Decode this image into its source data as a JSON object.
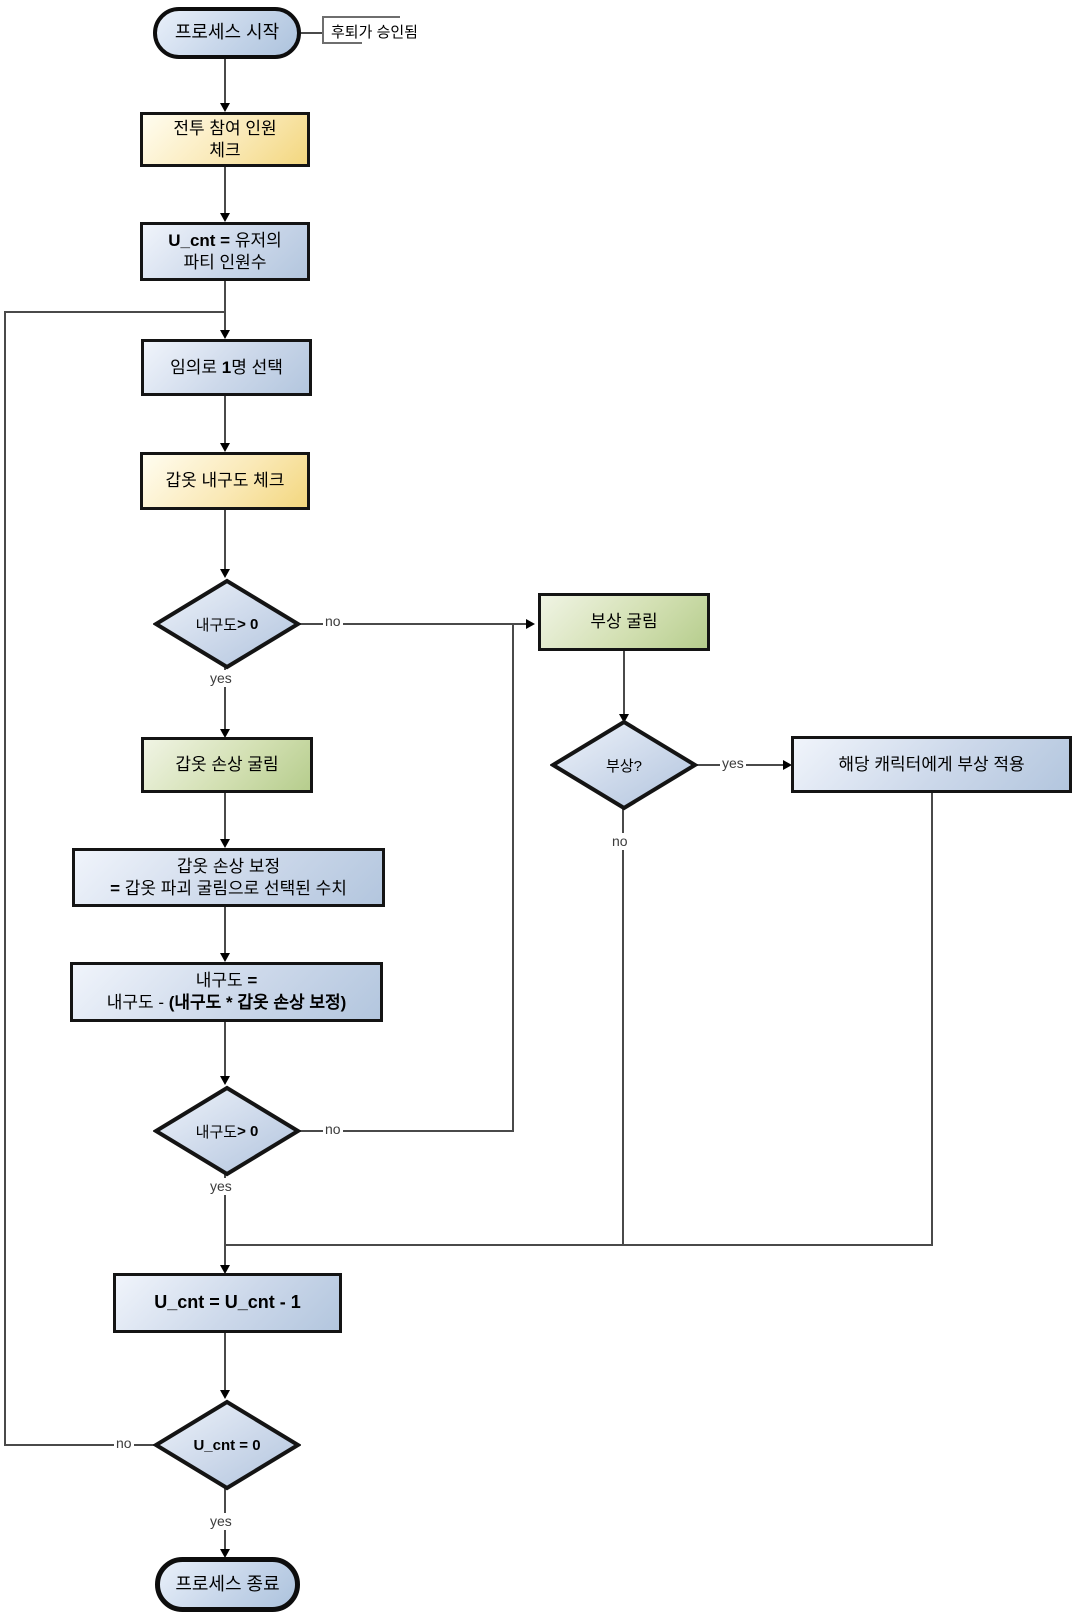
{
  "nodes": {
    "start": {
      "label": "프로세스 시작"
    },
    "start_note": {
      "label": "후퇴가 승인됨"
    },
    "check_participants": {
      "line1": "전투 참여 인원",
      "line2": "체크"
    },
    "init_ucnt": {
      "line1_bold": "U_cnt =",
      "line1_rest": " 유저의",
      "line2": "파티 인원수"
    },
    "select_one": {
      "pre": "임의로 ",
      "bold": "1",
      "post": "명 선택"
    },
    "check_durability": {
      "label": "갑옷 내구도 체크"
    },
    "durability_check1": {
      "pre": "내구도",
      "bold": " > 0"
    },
    "injury_roll": {
      "label": "부상 굴림"
    },
    "injury_check": {
      "label": "부상?"
    },
    "apply_injury": {
      "label": "해당 캐릭터에게 부상 적용"
    },
    "armor_damage_roll": {
      "label": "갑옷 손상 굴림"
    },
    "damage_correction": {
      "line1": "갑옷 손상 보정",
      "line2_bold": "=",
      "line2_rest": " 갑옷 파괴 굴림으로 선택된 수치"
    },
    "durability_update": {
      "line1_pre": "내구도 ",
      "line1_bold": "=",
      "line2_pre": "내구도 - ",
      "line2_bold": "(내구도 * 갑옷 손상 보정)"
    },
    "durability_check2": {
      "pre": "내구도",
      "bold": " > 0"
    },
    "decrement_ucnt": {
      "label": "U_cnt = U_cnt - 1"
    },
    "ucnt_zero_check": {
      "label": "U_cnt = 0"
    },
    "end": {
      "label": "프로세스 종료"
    }
  },
  "edge_labels": {
    "check1_yes": "yes",
    "check1_no": "no",
    "injury_yes": "yes",
    "injury_no": "no",
    "check2_yes": "yes",
    "check2_no": "no",
    "ucnt_zero_yes": "yes",
    "ucnt_zero_no": "no"
  },
  "colors": {
    "process_blue": "#b3c6de",
    "task_yellow": "#f3d77f",
    "roll_green": "#b6cd8d",
    "terminator_blue": "#adc3dd",
    "connector_line": "#4a4a4a",
    "shape_border": "#141414"
  }
}
